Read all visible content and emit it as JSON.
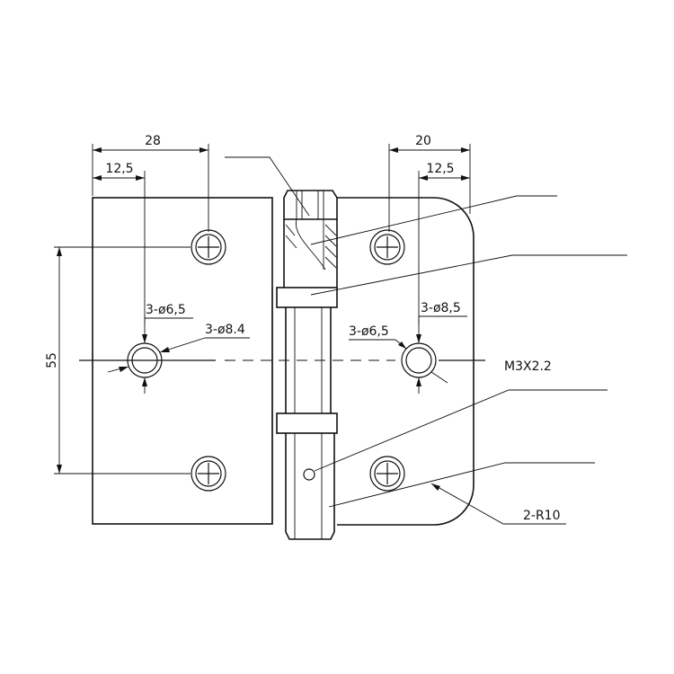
{
  "drawing": {
    "dimensions": {
      "left_hole_spacing": "28",
      "left_edge_to_hole": "12,5",
      "right_hole_spacing": "20",
      "right_edge_to_hole": "12,5",
      "vertical_hole_spacing": "55"
    },
    "callouts": {
      "left_holes": "3-ø6,5",
      "left_countersink": "3-ø8.4",
      "right_holes": "3-ø6,5",
      "right_countersink": "3-ø8,5",
      "pin_screw": "M3X2.2",
      "corner_radius": "2-R10"
    },
    "line_color": "#111111",
    "background": "#ffffff"
  }
}
